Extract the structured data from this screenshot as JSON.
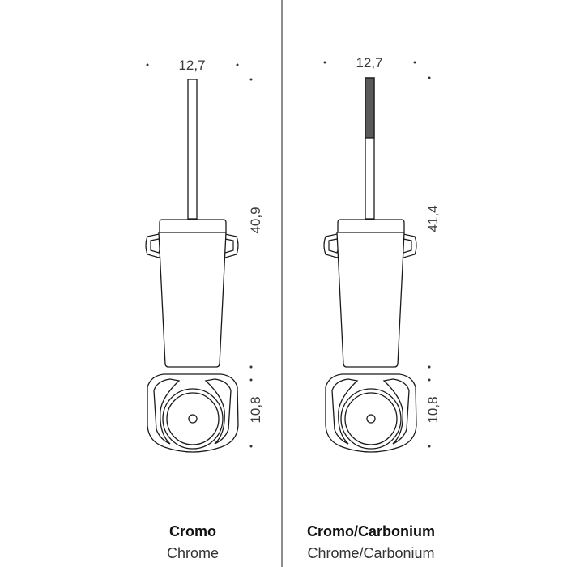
{
  "products": [
    {
      "dimensions": {
        "width": "12,7",
        "height": "40,9",
        "depth": "10,8"
      },
      "label_it": "Cromo",
      "label_en": "Chrome",
      "handle_finish": "chrome"
    },
    {
      "dimensions": {
        "width": "12,7",
        "height": "41,4",
        "depth": "10,8"
      },
      "label_it": "Cromo/Carbonium",
      "label_en": "Chrome/Carbonium",
      "handle_finish": "carbonium"
    }
  ],
  "colors": {
    "line": "#1a1a1a",
    "carbonium": "#5a5a5a",
    "divider": "#444444"
  }
}
